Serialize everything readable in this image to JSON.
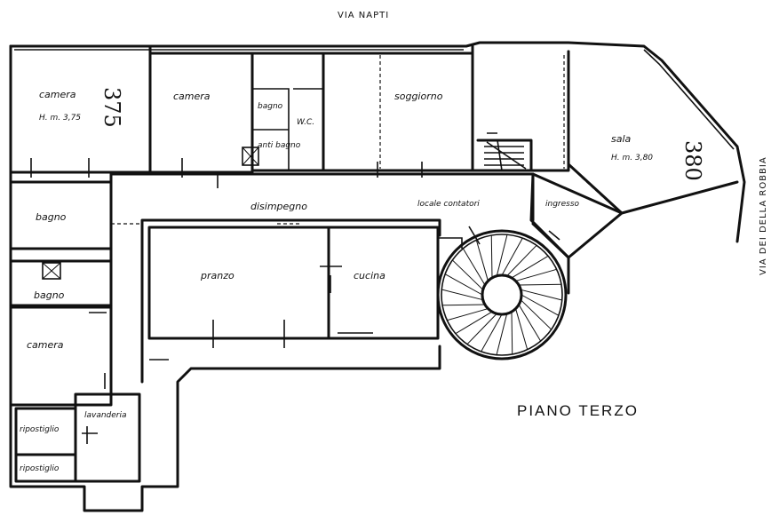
{
  "streets": {
    "north": "VIA NAPTI",
    "east": "VIA DEI DELLA ROBBIA"
  },
  "title": "PIANO TERZO",
  "rooms": {
    "camera_nw": "camera",
    "camera_nw_height": "H. m. 3,75",
    "camera_nw_note": "375",
    "camera_n2": "camera",
    "bagno_n": "bagno",
    "wc": "W.C.",
    "anti_bagno": "anti bagno",
    "soggiorno": "soggiorno",
    "sala": "sala",
    "sala_height": "H. m. 3,80",
    "sala_note": "380",
    "disimpegno": "disimpegno",
    "locale_contatori": "locale contatori",
    "ingresso": "ingresso",
    "bagno_w": "bagno",
    "bagno_w2": "bagno",
    "pranzo": "pranzo",
    "cucina": "cucina",
    "camera_sw": "camera",
    "lavanderia": "lavanderia",
    "ripostiglio_1": "ripostiglio",
    "ripostiglio_2": "ripostiglio"
  }
}
